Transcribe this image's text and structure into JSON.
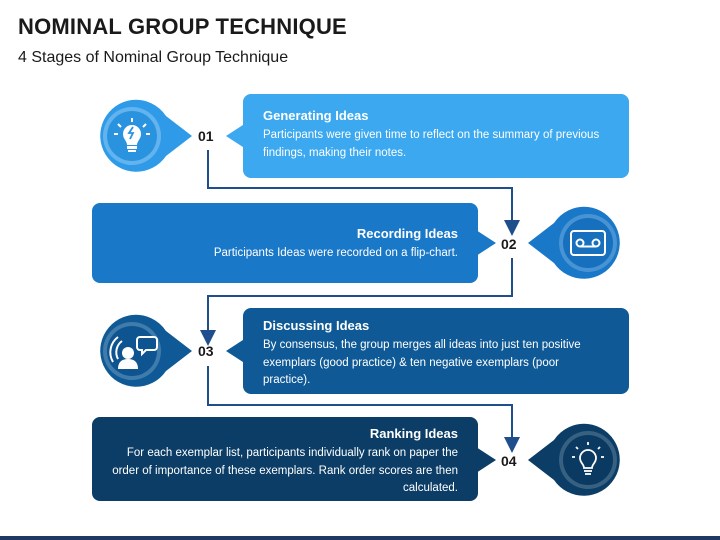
{
  "header": {
    "title": "NOMINAL GROUP TECHNIQUE",
    "subtitle": "4 Stages of Nominal Group Technique"
  },
  "stages": [
    {
      "number": "01",
      "title": "Generating Ideas",
      "text": "Participants were given time to reflect on the summary of previous findings, making their notes.",
      "icon": "lightbulb-bolt-icon",
      "color": "#3ba8f0"
    },
    {
      "number": "02",
      "title": "Recording Ideas",
      "text": "Participants Ideas were recorded on a flip-chart.",
      "icon": "tape-recorder-icon",
      "color": "#1a78c8"
    },
    {
      "number": "03",
      "title": "Discussing Ideas",
      "text": "By consensus, the group merges all ideas into just ten positive exemplars (good practice) & ten negative exemplars (poor practice).",
      "icon": "person-speech-bubble-icon",
      "color": "#0f5a96"
    },
    {
      "number": "04",
      "title": "Ranking Ideas",
      "text": "For each exemplar list, participants individually rank on paper the order of importance of these exemplars. Rank order scores are then calculated.",
      "icon": "lightbulb-icon",
      "color": "#0b3d66"
    }
  ]
}
